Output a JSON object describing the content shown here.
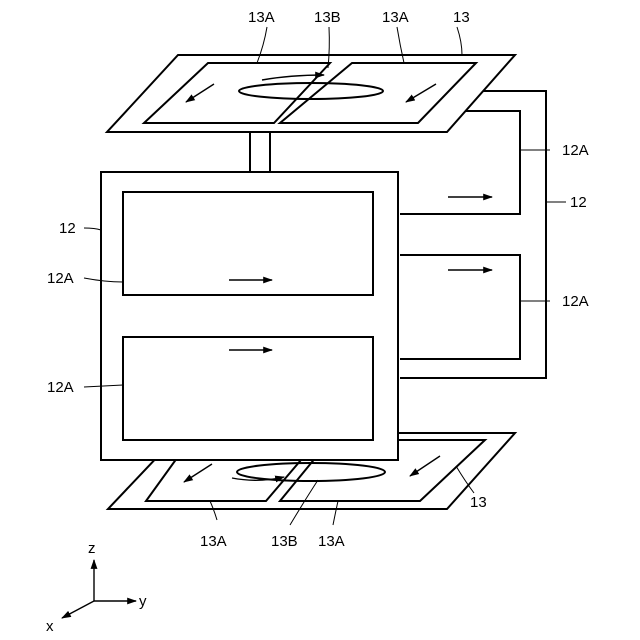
{
  "labels": {
    "plate_top": "13",
    "plate_bottom": "13",
    "coil_top_left": "13A",
    "coil_top_center": "13B",
    "coil_top_right": "13A",
    "coil_bottom_left": "13A",
    "coil_bottom_center": "13B",
    "coil_bottom_right": "13A",
    "frame_front": "12",
    "frame_side": "12",
    "front_upper_coil": "12A",
    "front_lower_coil": "12A",
    "side_upper_coil": "12A",
    "side_lower_coil": "12A"
  },
  "axes": {
    "z": "z",
    "y": "y",
    "x": "x"
  }
}
